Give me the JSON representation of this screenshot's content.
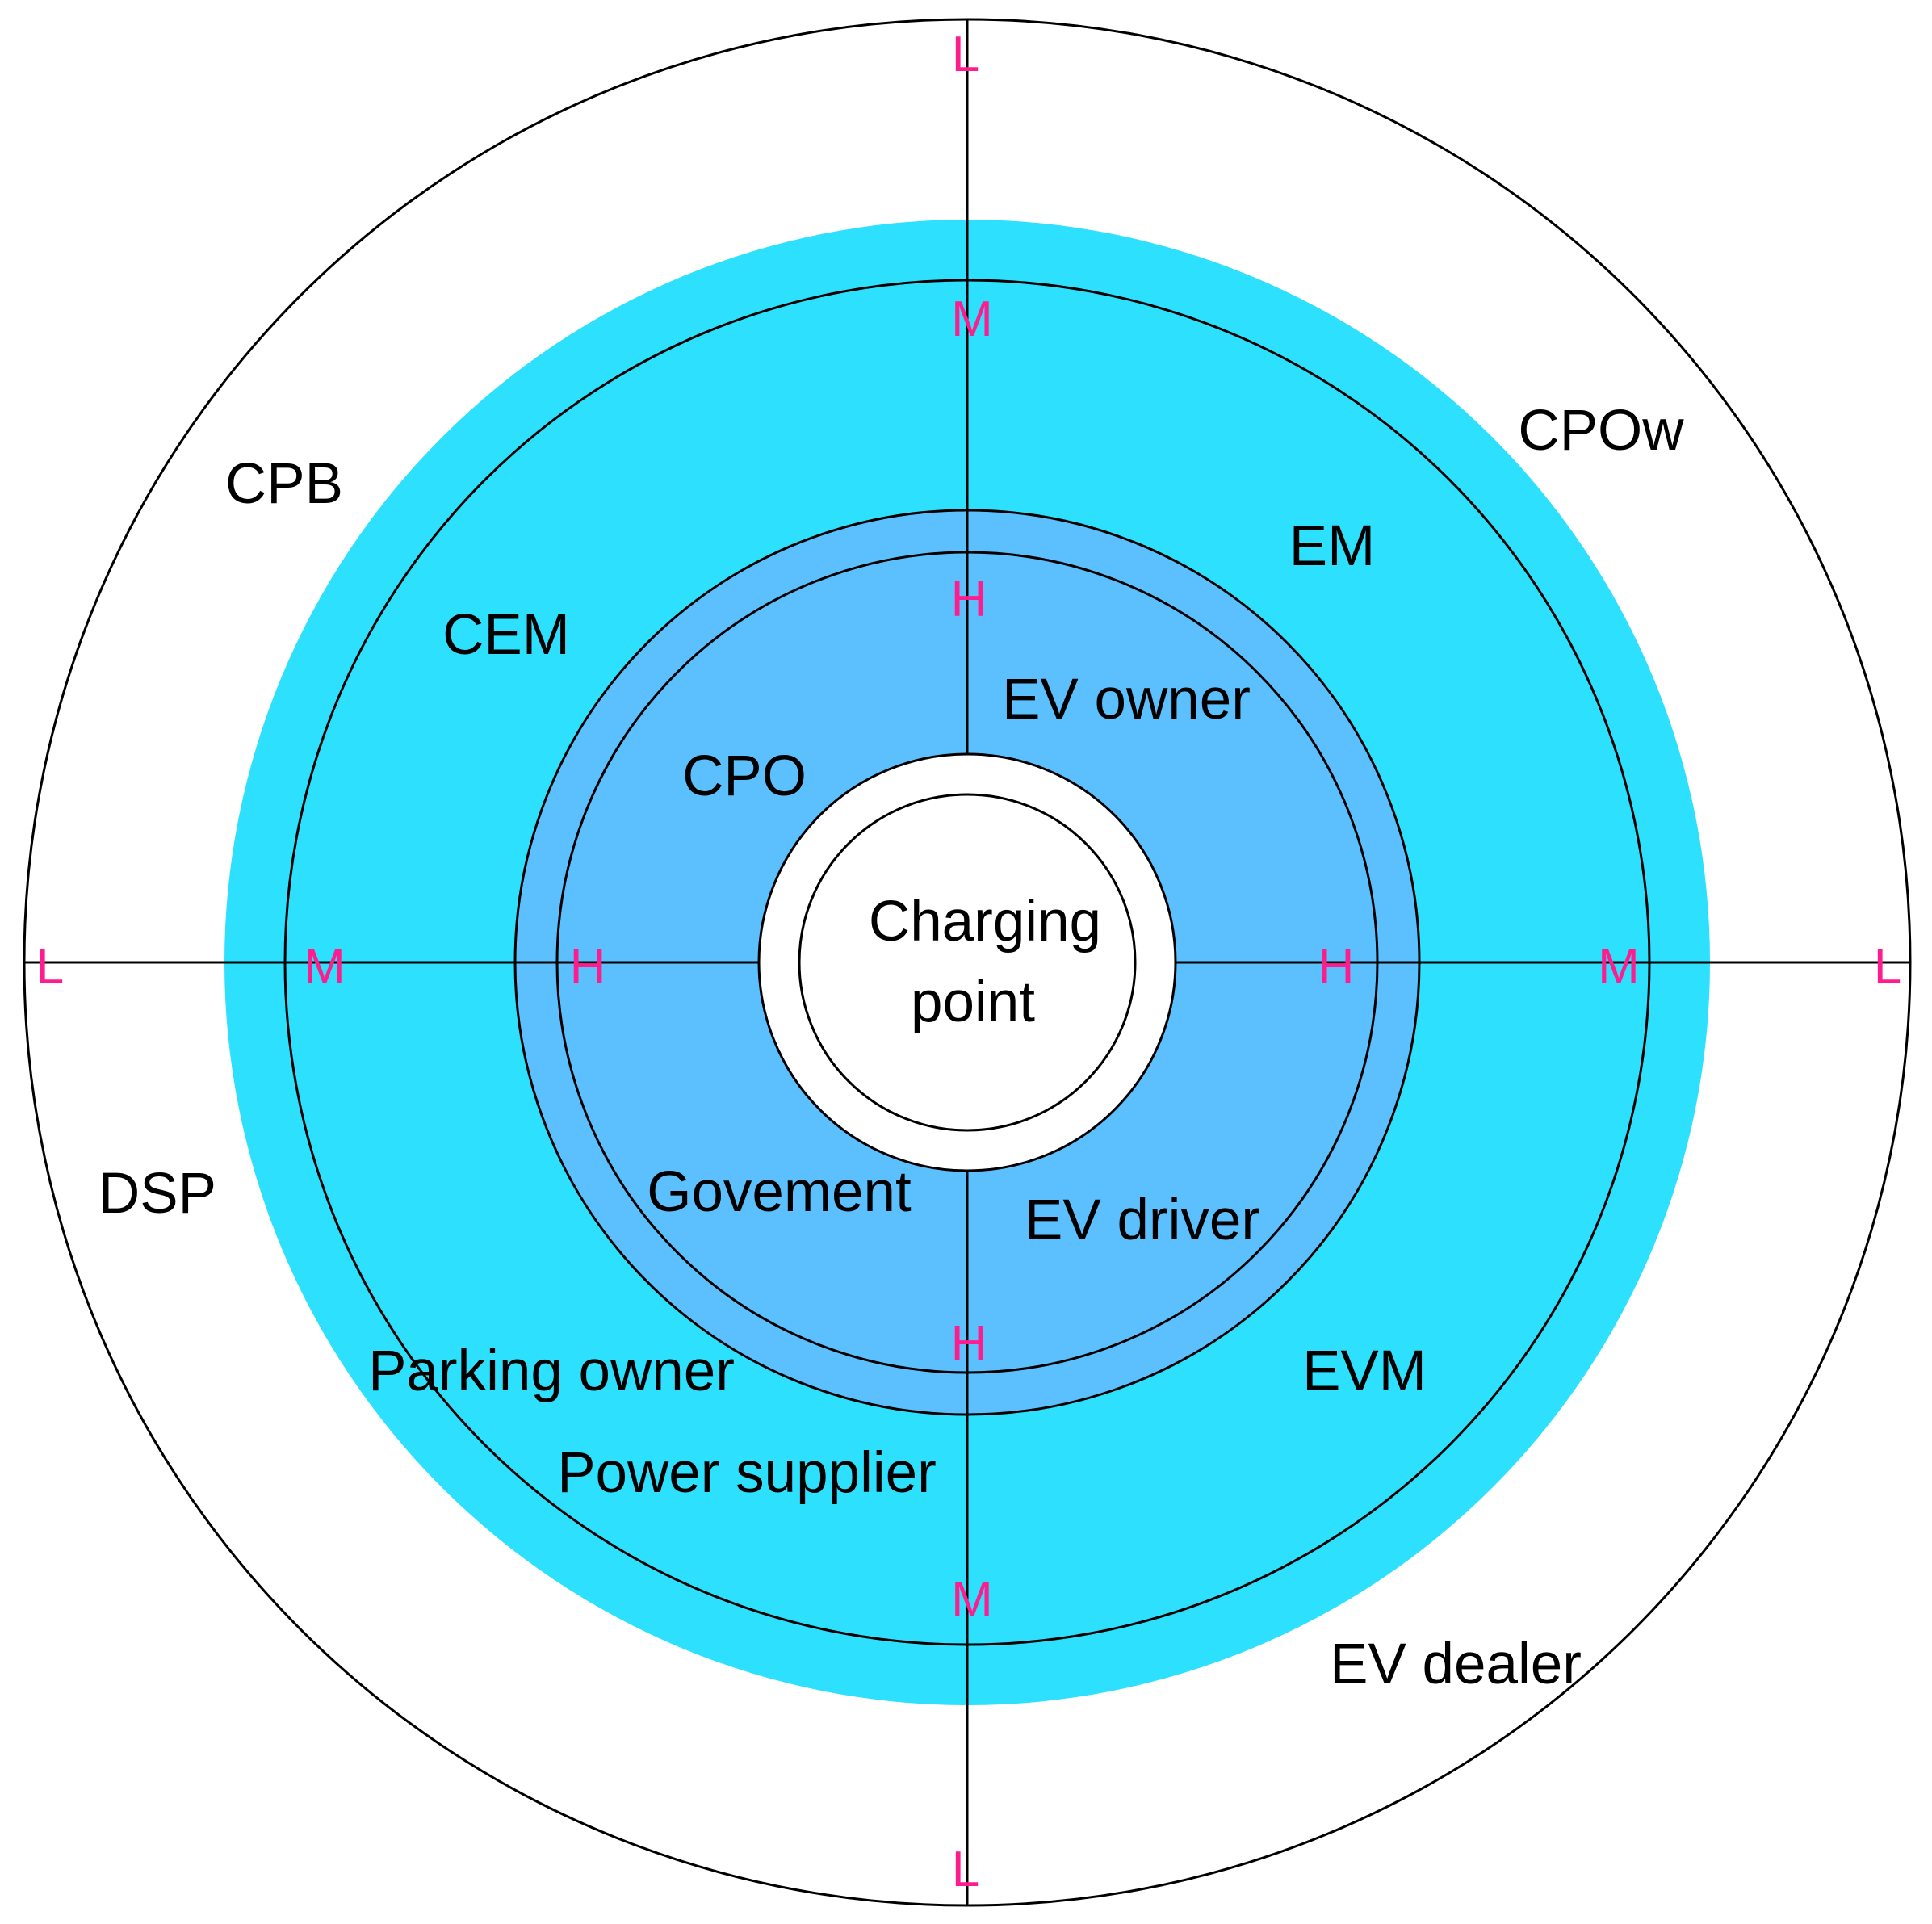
{
  "colors": {
    "medium_ring": "#2de0fe",
    "high_ring": "#5cc0ff",
    "low_ring": "#ffffff",
    "center": "#ffffff",
    "level_marker": "#ff1d8e",
    "line": "#000000"
  },
  "center": {
    "line1": "Charging",
    "line2": "point"
  },
  "levels": {
    "high": "H",
    "medium": "M",
    "low": "L"
  },
  "stakeholders": {
    "high": {
      "top_left": "CPO",
      "top_right": "EV owner",
      "bottom_left": "Govement",
      "bottom_right": "EV driver"
    },
    "medium": {
      "top_left": "CEM",
      "top_right": "EM",
      "bottom_left_1": "Parking owner",
      "bottom_left_2": "Power supplier",
      "bottom_right": "EVM"
    },
    "low": {
      "top_left": "CPB",
      "top_right": "CPOw",
      "bottom_left": "DSP",
      "bottom_right": "EV dealer"
    }
  }
}
